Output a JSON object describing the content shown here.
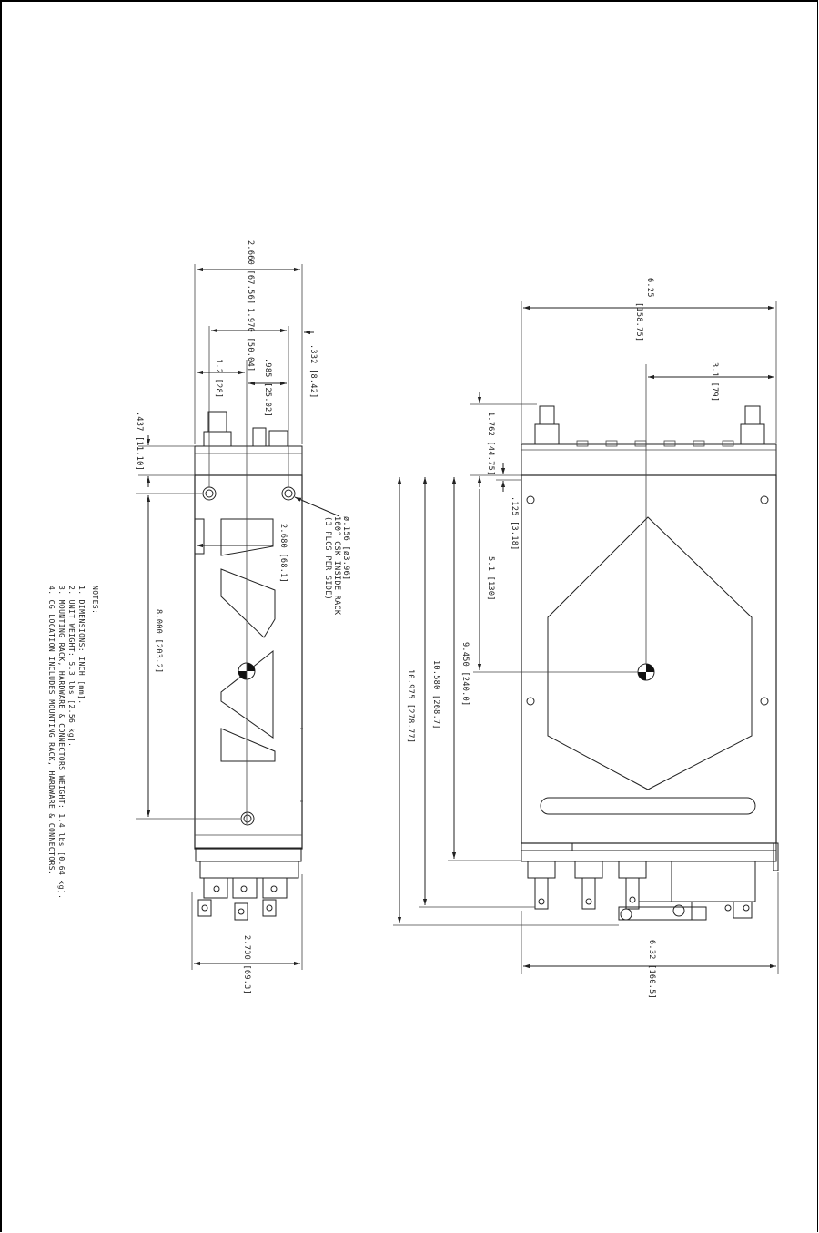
{
  "drawing": {
    "left_view_dims": {
      "overall_width": "2.660  [67.56]",
      "hole_spacing": "1.970 [50.04]",
      "offset_332": ".332  [8.42]",
      "offset_12": "1.2  [28]",
      "offset_985": ".985  [25.02]",
      "height_437": ".437  [11.10]",
      "hole_to_hole": "2.680  [68.1]",
      "length_8000": "8.000  [203.2]",
      "base_width": "2.730  [69.3]"
    },
    "hole_callout": {
      "line1": "ø.156  [ø3.96]",
      "line2": "100° CSK INSIDE RACK",
      "line3": "(3 PLCS PER SIDE)"
    },
    "right_view_dims": {
      "overall_width": "6.25",
      "overall_width_mm": "[158.75]",
      "cg_offset": "3.1  [79]",
      "height_1762": "1.762  [44.75]",
      "offset_125": ".125  [3.18]",
      "cg_height": "5.1  [130]",
      "len_9450": "9.450  [240.0]",
      "len_10580": "10.580  [268.7]",
      "len_10975": "10.975  [278.77]",
      "base_width": "6.32  [160.5]"
    },
    "notes": {
      "heading": "NOTES:",
      "items": [
        "1. DIMENSIONS: INCH [mm].",
        "2. UNIT WEIGHT: 5.3 lbs [2.56 kg].",
        "3. MOUNTING RACK, HARDWARE & CONNECTORS WEIGHT: 1.4 lbs [0.64 kg].",
        "4. CG LOCATION INCLUDES MOUNTING RACK, HARDWARE & CONNECTORS."
      ]
    }
  }
}
